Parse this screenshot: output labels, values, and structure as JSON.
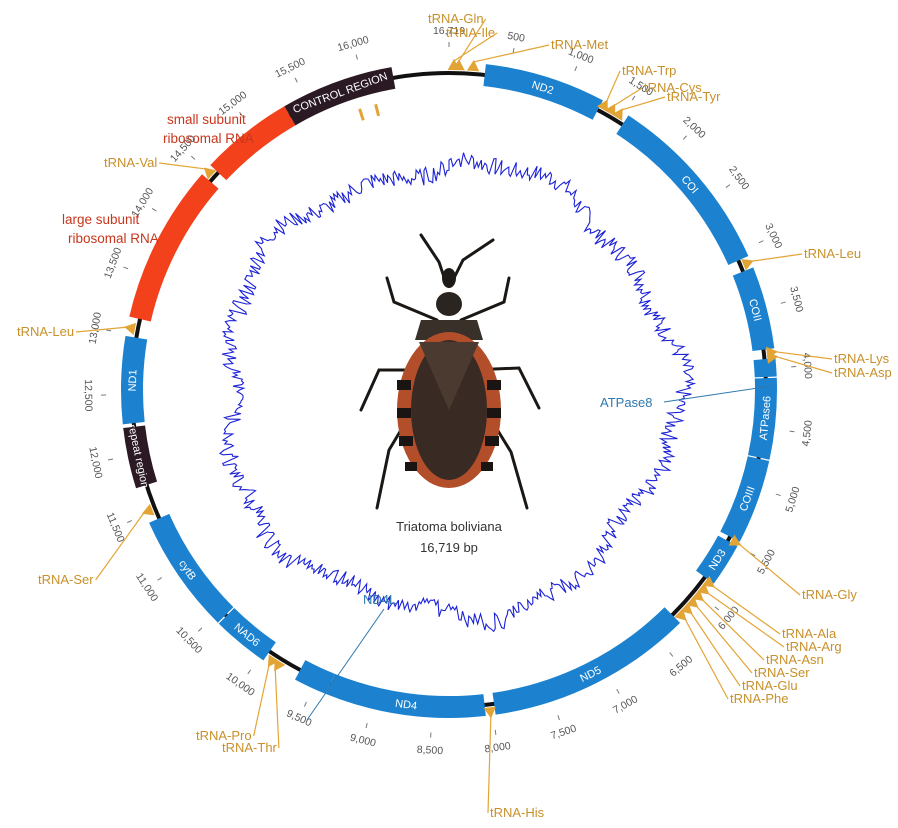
{
  "genome": {
    "species": "Triatoma boliviana",
    "length_label": "16,719 bp",
    "length": 16719
  },
  "colors": {
    "backbone": "#111111",
    "protein_gene": "#1c82cf",
    "rrna_gene": "#f2411b",
    "control_region": "#2b1a24",
    "trna": "#e3a436",
    "gc_trace": "#1c22d6"
  },
  "ticks": [
    "16,719",
    "500",
    "1,000",
    "1,500",
    "2,000",
    "2,500",
    "3,000",
    "3,500",
    "4,000",
    "4,500",
    "5,000",
    "5,500",
    "6,000",
    "6,500",
    "7,000",
    "7,500",
    "8,000",
    "8,500",
    "9,000",
    "9,500",
    "10,000",
    "10,500",
    "11,000",
    "11,500",
    "12,000",
    "12,500",
    "13,000",
    "13,500",
    "14,000",
    "14,500",
    "15,000",
    "15,500",
    "16,000"
  ],
  "genes": [
    {
      "name": "ND2",
      "start": 300,
      "end": 1300,
      "kind": "protein",
      "label": true
    },
    {
      "name": "COI",
      "start": 1540,
      "end": 3060,
      "kind": "protein",
      "label": true
    },
    {
      "name": "COII",
      "start": 3160,
      "end": 3840,
      "kind": "protein",
      "label": true
    },
    {
      "name": "ATPase8",
      "start": 3920,
      "end": 4070,
      "kind": "protein",
      "label": false
    },
    {
      "name": "ATPase6",
      "start": 4080,
      "end": 4750,
      "kind": "protein",
      "label": true
    },
    {
      "name": "COIII",
      "start": 4760,
      "end": 5460,
      "kind": "protein",
      "label": true
    },
    {
      "name": "ND3",
      "start": 5500,
      "end": 5860,
      "kind": "protein",
      "label": true
    },
    {
      "name": "ND5",
      "start": 6280,
      "end": 7980,
      "kind": "protein",
      "label": true
    },
    {
      "name": "ND4",
      "start": 8060,
      "end": 9380,
      "kind": "protein",
      "label": true
    },
    {
      "name": "ND4L",
      "start": 9380,
      "end": 9660,
      "kind": "protein",
      "label": false
    },
    {
      "name": "NAD6",
      "start": 9960,
      "end": 10430,
      "kind": "protein",
      "label": true
    },
    {
      "name": "cytB",
      "start": 10440,
      "end": 11430,
      "kind": "protein",
      "label": true
    },
    {
      "name": "repeat region",
      "start": 11730,
      "end": 12230,
      "kind": "control",
      "label": true
    },
    {
      "name": "ND1",
      "start": 12260,
      "end": 12980,
      "kind": "protein",
      "label": true
    },
    {
      "name": "large subunit ribosomal RNA",
      "start": 13140,
      "end": 14450,
      "kind": "rrna",
      "label": false
    },
    {
      "name": "small subunit ribosomal RNA",
      "start": 14550,
      "end": 15320,
      "kind": "rrna",
      "label": false
    },
    {
      "name": "CONTROL REGION",
      "start": 15320,
      "end": 16250,
      "kind": "control",
      "label": true
    }
  ],
  "gene_labels": {
    "atpase8": "ATPase8",
    "nd4l": "ND4L",
    "lsu": [
      "large subunit",
      "ribosomal RNA"
    ],
    "ssu": [
      "small subunit",
      "ribosomal RNA"
    ]
  },
  "trnas": [
    {
      "name": "tRNA-Gln",
      "pos": 80
    },
    {
      "name": "tRNA-Ile",
      "pos": 40
    },
    {
      "name": "tRNA-Met",
      "pos": 200
    },
    {
      "name": "tRNA-Trp",
      "pos": 1330
    },
    {
      "name": "tRNA-Cys",
      "pos": 1400
    },
    {
      "name": "tRNA-Tyr",
      "pos": 1470
    },
    {
      "name": "tRNA-Leu",
      "pos": 3110
    },
    {
      "name": "tRNA-Lys",
      "pos": 3870
    },
    {
      "name": "tRNA-Asp",
      "pos": 3910
    },
    {
      "name": "tRNA-Gly",
      "pos": 5480
    },
    {
      "name": "tRNA-Ala",
      "pos": 5880
    },
    {
      "name": "tRNA-Arg",
      "pos": 5950
    },
    {
      "name": "tRNA-Asn",
      "pos": 6020
    },
    {
      "name": "tRNA-Ser",
      "pos": 6090
    },
    {
      "name": "tRNA-Glu",
      "pos": 6160
    },
    {
      "name": "tRNA-Phe",
      "pos": 6230
    },
    {
      "name": "tRNA-His",
      "pos": 8020
    },
    {
      "name": "tRNA-Thr",
      "pos": 9840
    },
    {
      "name": "tRNA-Pro",
      "pos": 9900
    },
    {
      "name": "tRNA-Ser",
      "pos": 11520
    },
    {
      "name": "tRNA-Leu",
      "pos": 13050
    },
    {
      "name": "tRNA-Val",
      "pos": 14500
    }
  ],
  "control_marks": [
    15900,
    16050
  ]
}
